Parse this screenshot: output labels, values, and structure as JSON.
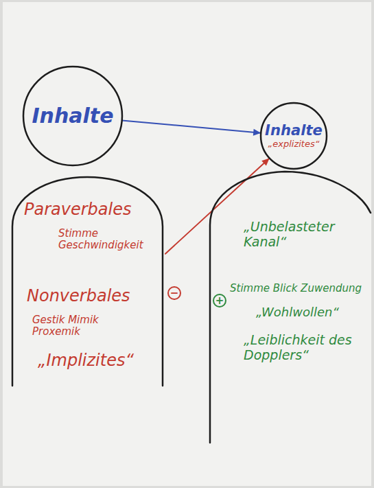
{
  "diagram": {
    "nodes": [
      {
        "text": [
          "Inhalte"
        ]
      },
      {
        "text": [
          "Inhalte",
          "„explizites“"
        ]
      },
      {
        "text": [
          "Paraverbales",
          "Stimme Geschwindigkeit",
          "Nonverbales",
          "Gestik Mimik Proxemik",
          "„Implizites“"
        ]
      },
      {
        "text": [
          "„Unbelasteter Kanal“",
          "Stimme Blick Zuwendung",
          "„Wohlwollen“",
          "„Leiblichkeit des Dopplers“"
        ]
      }
    ],
    "edges": [
      {
        "from": 0,
        "to": 1,
        "arrow": "to"
      },
      {
        "from": 2,
        "to": 1,
        "arrow": "to"
      }
    ],
    "labels": [
      "−",
      "+"
    ]
  }
}
